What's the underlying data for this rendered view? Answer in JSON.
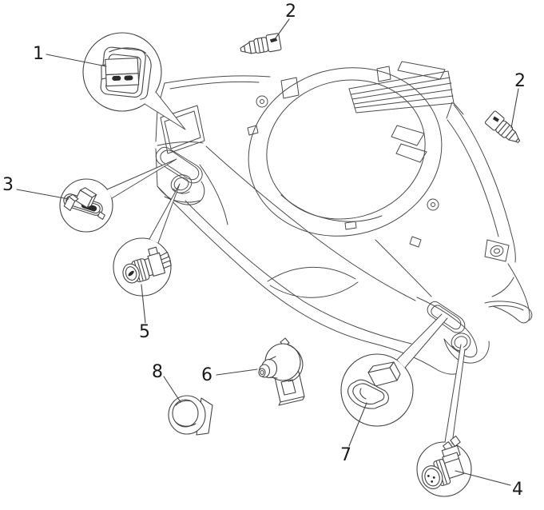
{
  "diagram": {
    "background_color": "#ffffff",
    "line_color": "#4b4b4b",
    "label_color": "#1a1a1a",
    "callouts": [
      {
        "label": "1"
      },
      {
        "label": "2"
      },
      {
        "label": "2"
      },
      {
        "label": "3"
      },
      {
        "label": "4"
      },
      {
        "label": "5"
      },
      {
        "label": "6"
      },
      {
        "label": "7"
      },
      {
        "label": "8"
      }
    ]
  }
}
